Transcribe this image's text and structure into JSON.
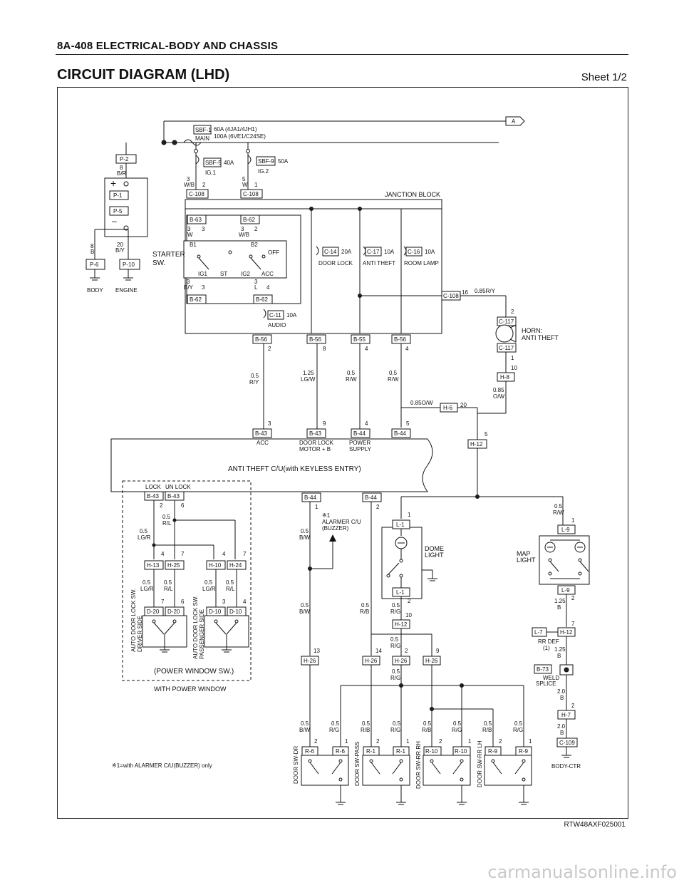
{
  "header": {
    "page": "8A-408  ELECTRICAL-BODY AND CHASSIS",
    "title": "CIRCUIT DIAGRAM (LHD)",
    "sheet": "Sheet 1/2"
  },
  "footer": {
    "code": "RTW48AXF025001",
    "watermark": "carmanualsonline.info"
  },
  "fuses": {
    "sbf1": "SBF-1",
    "sbf1_main": "MAIN",
    "sbf1_rating1": "60A (4JA1/4JH1)",
    "sbf1_rating2": "100A (6VE1/C24SE)",
    "sbf5": "SBF-5",
    "sbf5_rating": "40A",
    "sbf5_name": "IG.1",
    "sbf9": "SBF-9",
    "sbf9_rating": "50A",
    "sbf9_name": "IG.2",
    "c14": "C-14",
    "c14_rating": "20A",
    "c14_name": "DOOR LOCK",
    "c17": "C-17",
    "c17_rating": "10A",
    "c17_name": "ANTI THEFT",
    "c16": "C-16",
    "c16_rating": "10A",
    "c16_name": "ROOM LAMP",
    "c11": "C-11",
    "c11_rating": "10A",
    "c11_name": "AUDIO"
  },
  "blocks": {
    "junction": "JANCTION BLOCK",
    "starter": "STARTER",
    "starter2": "SW.",
    "horn": "HORN:",
    "horn2": "ANTI THEFT",
    "ecu": "ANTI THEFT C/U(with KEYLESS ENTRY)",
    "dome": "DOME",
    "dome2": "LIGHT",
    "map": "MAP",
    "map2": "LIGHT",
    "alarmer_mark": "※1",
    "alarmer": "ALARMER C/U",
    "alarmer2": "(BUZZER)",
    "lock": "LOCK",
    "unlock": "UN LOCK",
    "drv_sw": "AUTO DOOR LOCK SW.",
    "drv_sw2": "DRIVER SIDE",
    "pass_sw": "AUTO DOOR LOCK SW.",
    "pass_sw2": "PASSENGER SIDE",
    "pw_sw": "(POWER WINDOW SW.)",
    "with_pw": "WITH POWER WINDOW",
    "rr_def": "RR DEF",
    "rr_def2": "(1)",
    "weld": "WELD",
    "weld2": "SPLICE",
    "body_ctr": "BODY-CTR",
    "body": "BODY",
    "engine": "ENGINE",
    "door_dr": "DOOR SW-DR",
    "door_pass": "DOOR SW-PASS",
    "door_rrrh": "DOOR SW-RR RH",
    "door_rrlh": "DOOR SW-RR LH",
    "note": "※1=with ALARMER C/U(BUZZER) only",
    "acc": "ACC",
    "door_lock_motor": "DOOR LOCK",
    "door_lock_motor2": "MOTOR  + B",
    "power_supply": "POWER",
    "power_supply2": "SUPPLY",
    "b1": "B1",
    "b2": "B2",
    "off": "OFF",
    "ig1": "IG1",
    "st": "ST",
    "ig2": "IG2",
    "acc_pos": "ACC",
    "arrow_a": "A"
  },
  "connectors": {
    "p2": "P-2",
    "p1": "P-1",
    "p5": "P-5",
    "p6": "P-6",
    "p10": "P-10",
    "c108": "C-108",
    "b63": "B-63",
    "b62": "B-62",
    "b56": "B-56",
    "b55": "B-55",
    "c117": "C-117",
    "h8": "H-8",
    "h6": "H-6",
    "h12": "H-12",
    "b43": "B-43",
    "b44": "B-44",
    "h13": "H-13",
    "h25": "H-25",
    "h10": "H-10",
    "h24": "H-24",
    "d20": "D-20",
    "d10": "D-10",
    "l1": "L-1",
    "l9": "L-9",
    "l7": "L-7",
    "h26": "H-26",
    "b73": "B-73",
    "h7": "H-7",
    "c109": "C-109",
    "r6": "R-6",
    "r1": "R-1",
    "r10": "R-10",
    "r9": "R-9"
  },
  "wires": {
    "w8br": "B/R",
    "w3wb": "W/B",
    "w5w": "W",
    "w8b": "B",
    "w20by": "B/Y",
    "w3w": "W",
    "w3by": "B/Y",
    "w3l": "L",
    "w05ry": "R/Y",
    "w125lgw": "LG/W",
    "w05rw": "R/W",
    "w085ry": "0.85R/Y",
    "w085ow": "0.85O/W",
    "w085ow_b": "O/W",
    "w05rl": "R/L",
    "w05lgr": "LG/R",
    "w05bw": "B/W",
    "w05rb": "R/B",
    "w05rg": "R/G",
    "w125b": "B",
    "w20b": "B"
  },
  "sizes": {
    "s8": "8",
    "s3": "3",
    "s5": "5",
    "s20": "20",
    "s05": "0.5",
    "s125": "1.25",
    "s085": "0.85",
    "s20b": "2.0"
  },
  "pins": {
    "p1": "1",
    "p2": "2",
    "p3": "3",
    "p4": "4",
    "p5": "5",
    "p6": "6",
    "p7": "7",
    "p8": "8",
    "p9": "9",
    "p10": "10",
    "p13": "13",
    "p14": "14",
    "p16": "16",
    "p20": "20"
  }
}
